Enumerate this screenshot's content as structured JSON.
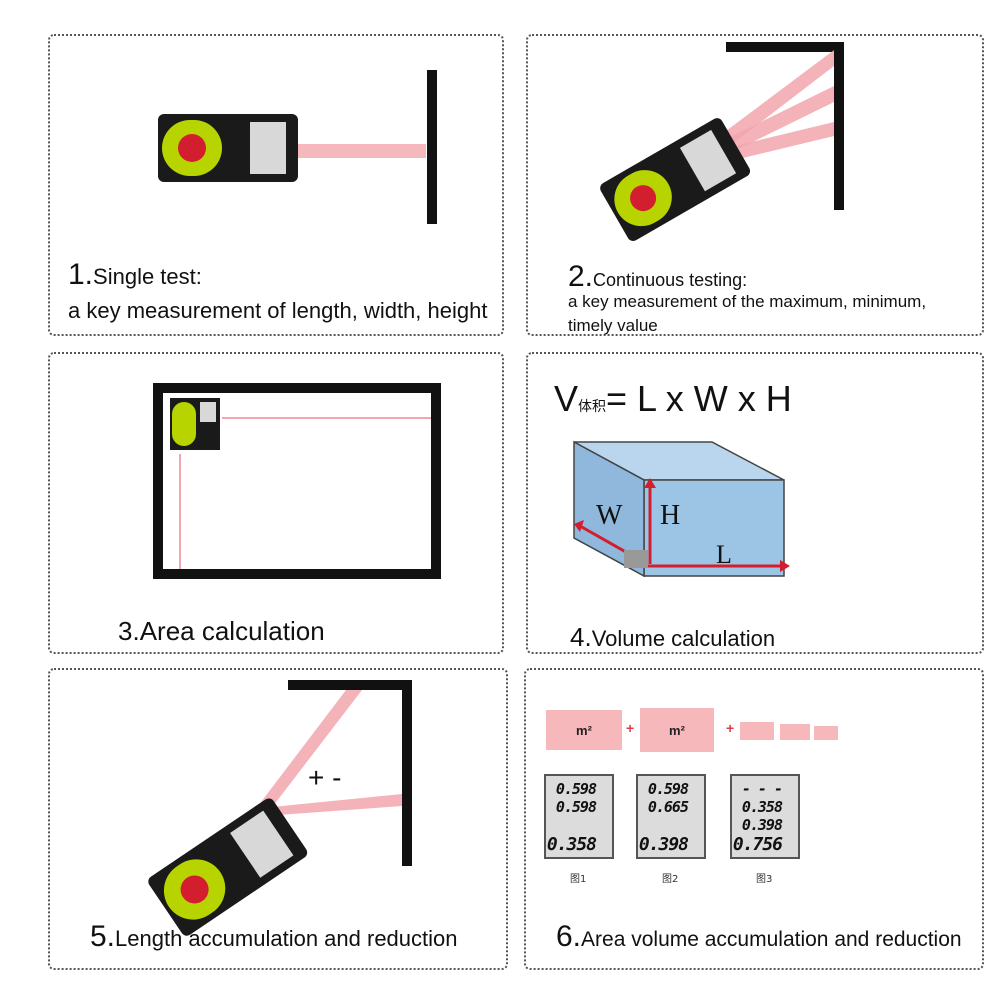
{
  "panels": [
    {
      "number": "1.",
      "title": "Single test:",
      "subtitle": "a key measurement of length, width, height"
    },
    {
      "number": "2.",
      "title": "Continuous testing:",
      "line2": "a key measurement of the maximum, minimum,",
      "line3": "timely value"
    },
    {
      "number": "3.",
      "title": "Area calculation"
    },
    {
      "number": "4.",
      "title": "Volume calculation"
    },
    {
      "number": "5.",
      "title": "Length accumulation and reduction"
    },
    {
      "number": "6.",
      "title": "Area volume accumulation and reduction"
    }
  ],
  "formula": {
    "v": "V",
    "sub": "体积",
    "rest": "= L x W x H"
  },
  "box_labels": {
    "w": "W",
    "h": "H",
    "l": "L"
  },
  "plus_minus": "+ -",
  "units": {
    "m2": "m²",
    "m2b": "m²"
  },
  "plus_sign": "+",
  "screens": [
    {
      "r1": "0.598",
      "r2": "0.598",
      "r3": "0.358",
      "fig": "图1"
    },
    {
      "r1": "0.598",
      "r2": "0.665",
      "r3": "0.398",
      "fig": "图2"
    },
    {
      "r1": "- - -",
      "r2": "0.358",
      "r3": "0.756",
      "fig": "图3",
      "r2b": "0.398"
    }
  ],
  "colors": {
    "laser": "#f2a6ad",
    "device_green": "#b8d400",
    "device_body": "#1a1a1a",
    "box_blue": "#9cc4e4"
  }
}
